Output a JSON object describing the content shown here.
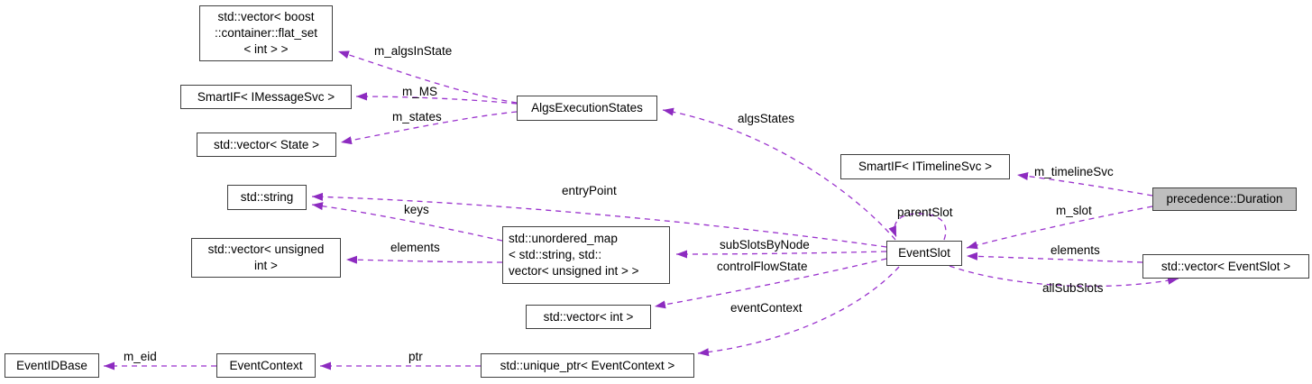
{
  "diagram": {
    "kind": "collaboration-graph",
    "main_class": "precedence::Duration",
    "colors": {
      "background": "#ffffff",
      "edge": "#9a32cd",
      "node_border": "#3f3f3f",
      "node_fill": "#ffffff",
      "main_node_fill": "#bebebe",
      "text": "#000000"
    },
    "nodes": [
      {
        "id": "flat-set",
        "label": "std::vector< boost\n::container::flat_set\n< int > >"
      },
      {
        "id": "smartif-imessagesvc",
        "label": "SmartIF< IMessageSvc >"
      },
      {
        "id": "vector-state",
        "label": "std::vector< State >"
      },
      {
        "id": "string",
        "label": "std::string"
      },
      {
        "id": "vector-unsigned-int",
        "label": "std::vector< unsigned\nint >"
      },
      {
        "id": "algs-execution-states",
        "label": "AlgsExecutionStates"
      },
      {
        "id": "unordered-map",
        "label": "std::unordered_map\n< std::string, std::\nvector< unsigned int > >"
      },
      {
        "id": "vector-int",
        "label": "std::vector< int >"
      },
      {
        "id": "event-id-base",
        "label": "EventIDBase"
      },
      {
        "id": "event-context",
        "label": "EventContext"
      },
      {
        "id": "unique-ptr-event-context",
        "label": "std::unique_ptr< EventContext >"
      },
      {
        "id": "smartif-itimelinesvc",
        "label": "SmartIF< ITimelineSvc >"
      },
      {
        "id": "event-slot",
        "label": "EventSlot"
      },
      {
        "id": "precedence-duration",
        "label": "precedence::Duration"
      },
      {
        "id": "vector-event-slot",
        "label": "std::vector< EventSlot >"
      }
    ],
    "edges": [
      {
        "from": "AlgsExecutionStates",
        "to": "std::vector< boost::container::flat_set< int > >",
        "label": "m_algsInState"
      },
      {
        "from": "AlgsExecutionStates",
        "to": "SmartIF< IMessageSvc >",
        "label": "m_MS"
      },
      {
        "from": "AlgsExecutionStates",
        "to": "std::vector< State >",
        "label": "m_states"
      },
      {
        "from": "EventSlot",
        "to": "AlgsExecutionStates",
        "label": "algsStates"
      },
      {
        "from": "EventSlot",
        "to": "std::string",
        "label": "entryPoint"
      },
      {
        "from": "std::unordered_map< std::string, std::vector< unsigned int > >",
        "to": "std::string",
        "label": "keys"
      },
      {
        "from": "std::unordered_map< std::string, std::vector< unsigned int > >",
        "to": "std::vector< unsigned int >",
        "label": "elements"
      },
      {
        "from": "EventSlot",
        "to": "std::unordered_map< std::string, std::vector< unsigned int > >",
        "label": "subSlotsByNode"
      },
      {
        "from": "EventSlot",
        "to": "std::vector< int >",
        "label": "controlFlowState"
      },
      {
        "from": "EventSlot",
        "to": "std::unique_ptr< EventContext >",
        "label": "eventContext"
      },
      {
        "from": "EventSlot",
        "to": "EventSlot",
        "label": "parentSlot"
      },
      {
        "from": "precedence::Duration",
        "to": "SmartIF< ITimelineSvc >",
        "label": "m_timelineSvc"
      },
      {
        "from": "precedence::Duration",
        "to": "EventSlot",
        "label": "m_slot"
      },
      {
        "from": "std::vector< EventSlot >",
        "to": "EventSlot",
        "label": "elements"
      },
      {
        "from": "EventSlot",
        "to": "std::vector< EventSlot >",
        "label": "allSubSlots"
      },
      {
        "from": "EventContext",
        "to": "EventIDBase",
        "label": "m_eid"
      },
      {
        "from": "std::unique_ptr< EventContext >",
        "to": "EventContext",
        "label": "ptr"
      }
    ]
  }
}
